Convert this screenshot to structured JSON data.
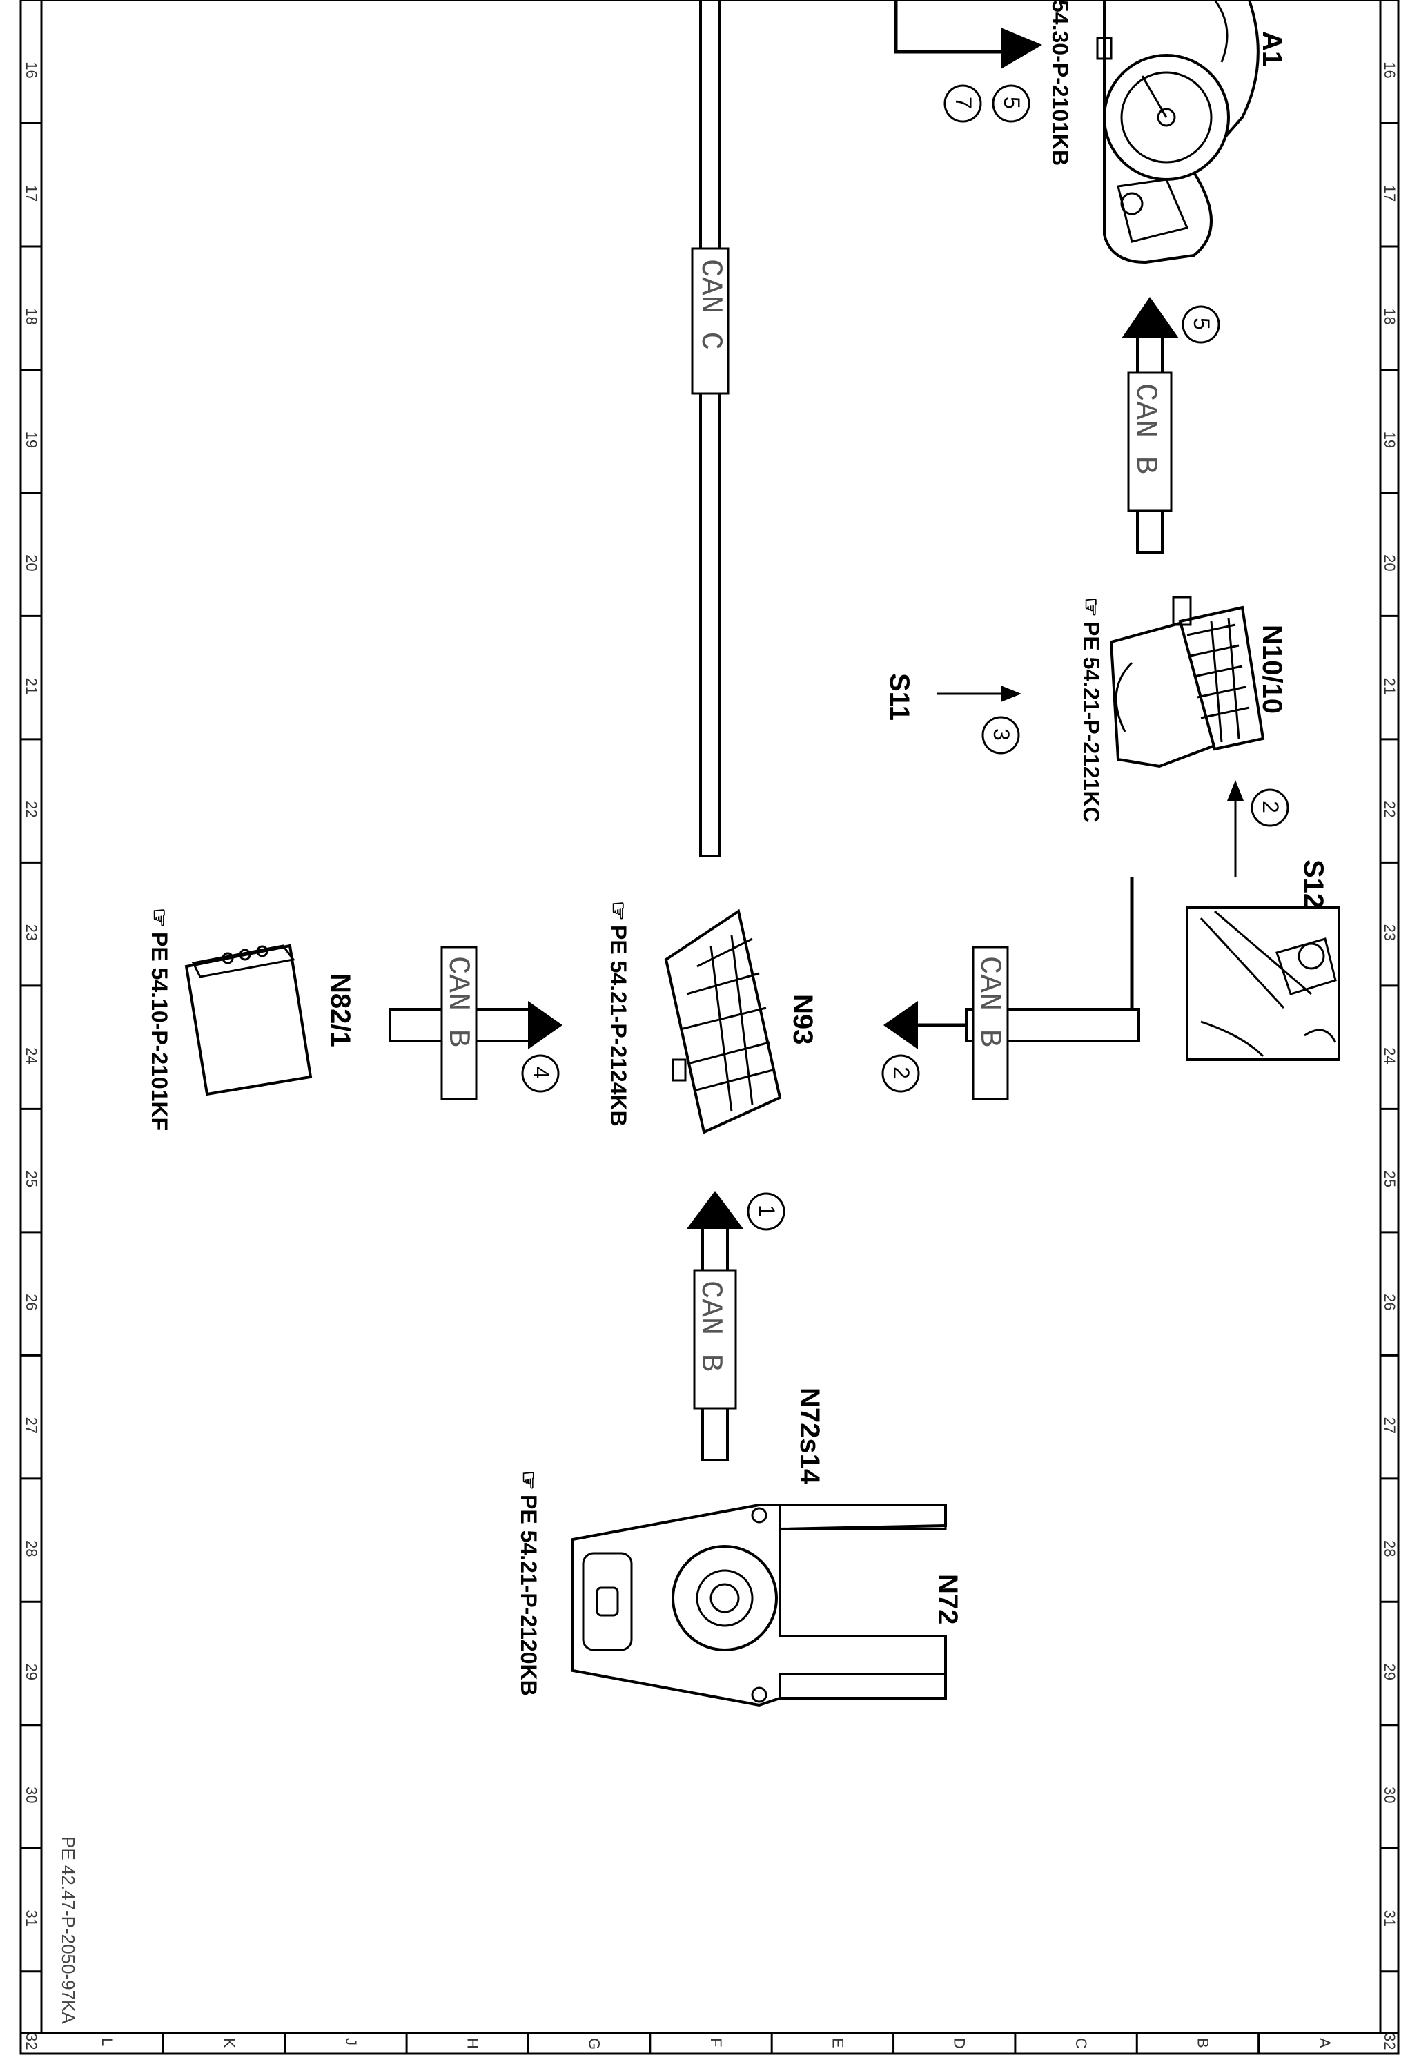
{
  "document_id": "PE 42.47-P-2050-97KA",
  "zones_numeric": [
    "16",
    "17",
    "18",
    "19",
    "20",
    "21",
    "22",
    "23",
    "24",
    "25",
    "26",
    "27",
    "28",
    "29",
    "30",
    "31",
    "32"
  ],
  "zones_letters": [
    "A",
    "B",
    "C",
    "D",
    "E",
    "F",
    "G",
    "H",
    "J",
    "K",
    "L"
  ],
  "components": {
    "a1": "A1",
    "n10_10": "N10/10",
    "s12": "S12",
    "s11": "S11",
    "n93": "N93",
    "n82_1": "N82/1",
    "n72": "N72",
    "n72s14": "N72s14"
  },
  "references": {
    "a1_ref": "54.30-P-2101KB",
    "n10_10_ref": "PE  54.21-P-2121KC",
    "n93_ref": "PE  54.21-P-2124KB",
    "n82_1_ref": "PE  54.10-P-2101KF",
    "n72_ref": "PE  54.21-P-2120KB"
  },
  "bus_labels": {
    "can_c": "CAN  C",
    "can_b_a1": "CAN  B",
    "can_b_n93_top": "CAN  B",
    "can_b_n93_left": "CAN  B",
    "can_b_n72": "CAN  B"
  },
  "callouts": {
    "c1": "1",
    "c2a": "2",
    "c2b": "2",
    "c3": "3",
    "c4": "4",
    "c5a": "5",
    "c5b": "5",
    "c7": "7"
  },
  "icons": {
    "reference_hand": "pointing-hand-icon"
  }
}
